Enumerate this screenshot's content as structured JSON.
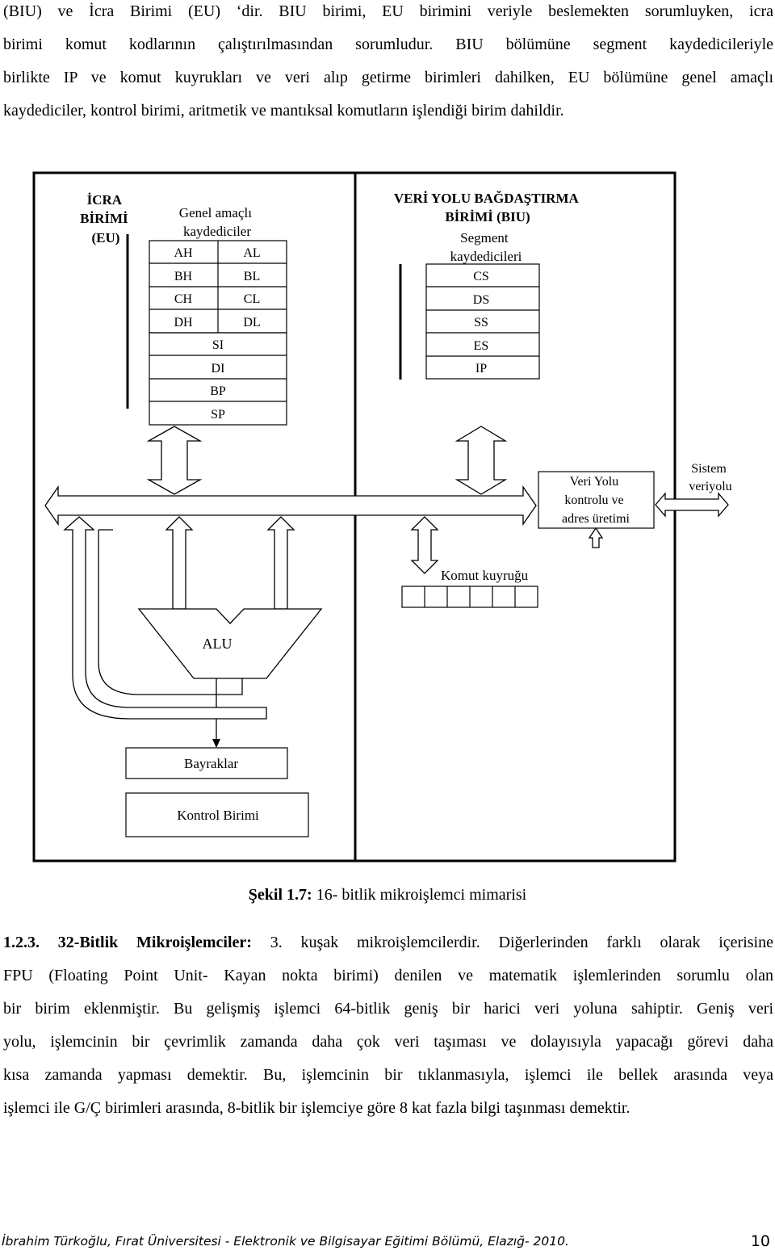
{
  "top_paragraph": [
    "(BIU) ve İcra Birimi (EU) ‘dir. BIU birimi, EU birimini veriyle beslemekten sorumluyken, icra",
    "birimi komut kodlarının çalıştırılmasından sorumludur. BIU bölümüne segment kaydedicileriyle",
    "birlikte IP ve komut kuyrukları ve veri alıp getirme birimleri dahilken, EU bölümüne genel amaçlı",
    "kaydediciler, kontrol birimi, aritmetik ve mantıksal komutların işlendiği birim dahildir."
  ],
  "diagram": {
    "eu_title": [
      "İCRA",
      "BİRİMİ",
      "(EU)"
    ],
    "general_regs_title": [
      "Genel amaçlı",
      "kaydediciler"
    ],
    "reg_pairs": [
      [
        "AH",
        "AL"
      ],
      [
        "BH",
        "BL"
      ],
      [
        "CH",
        "CL"
      ],
      [
        "DH",
        "DL"
      ]
    ],
    "index_regs": [
      "SI",
      "DI",
      "BP",
      "SP"
    ],
    "biu_title": [
      "VERİ YOLU BAĞDAŞTIRMA",
      "BİRİMİ (BIU)"
    ],
    "segment_title": [
      "Segment",
      "kaydedicileri"
    ],
    "segment_regs": [
      "CS",
      "DS",
      "SS",
      "ES",
      "IP"
    ],
    "bus_control": [
      "Veri Yolu",
      "kontrolu ve",
      "adres üretimi"
    ],
    "system_bus": [
      "Sistem",
      "veriyolu"
    ],
    "queue_label": "Komut kuyruğu",
    "alu_label": "ALU",
    "flags_label": "Bayraklar",
    "control_label": "Kontrol Birimi"
  },
  "caption": {
    "bold": "Şekil 1.7:",
    "text": " 16- bitlik mikroişlemci mimarisi"
  },
  "bottom_paragraph": {
    "first_bold": "1.2.3. 32-Bitlik Mikroişlemciler:",
    "lines": [
      " 3. kuşak mikroişlemcilerdir. Diğerlerinden farklı olarak içerisine",
      "FPU (Floating Point Unit- Kayan nokta birimi) denilen ve matematik işlemlerinden sorumlu olan",
      "bir birim eklenmiştir. Bu gelişmiş işlemci 64-bitlik geniş bir harici veri yoluna sahiptir. Geniş veri",
      "yolu, işlemcinin bir çevrimlik zamanda daha çok veri taşıması ve dolayısıyla yapacağı görevi daha",
      "kısa zamanda yapması demektir. Bu, işlemcinin bir tıklanmasıyla, işlemci ile bellek arasında veya",
      "işlemci ile G/Ç birimleri arasında, 8-bitlik bir işlemciye göre 8 kat fazla bilgi taşınması demektir."
    ]
  },
  "footer": "İbrahim Türkoğlu, Fırat Üniversitesi - Elektronik ve Bilgisayar Eğitimi Bölümü, Elazığ- 2010.",
  "page_number": "10"
}
